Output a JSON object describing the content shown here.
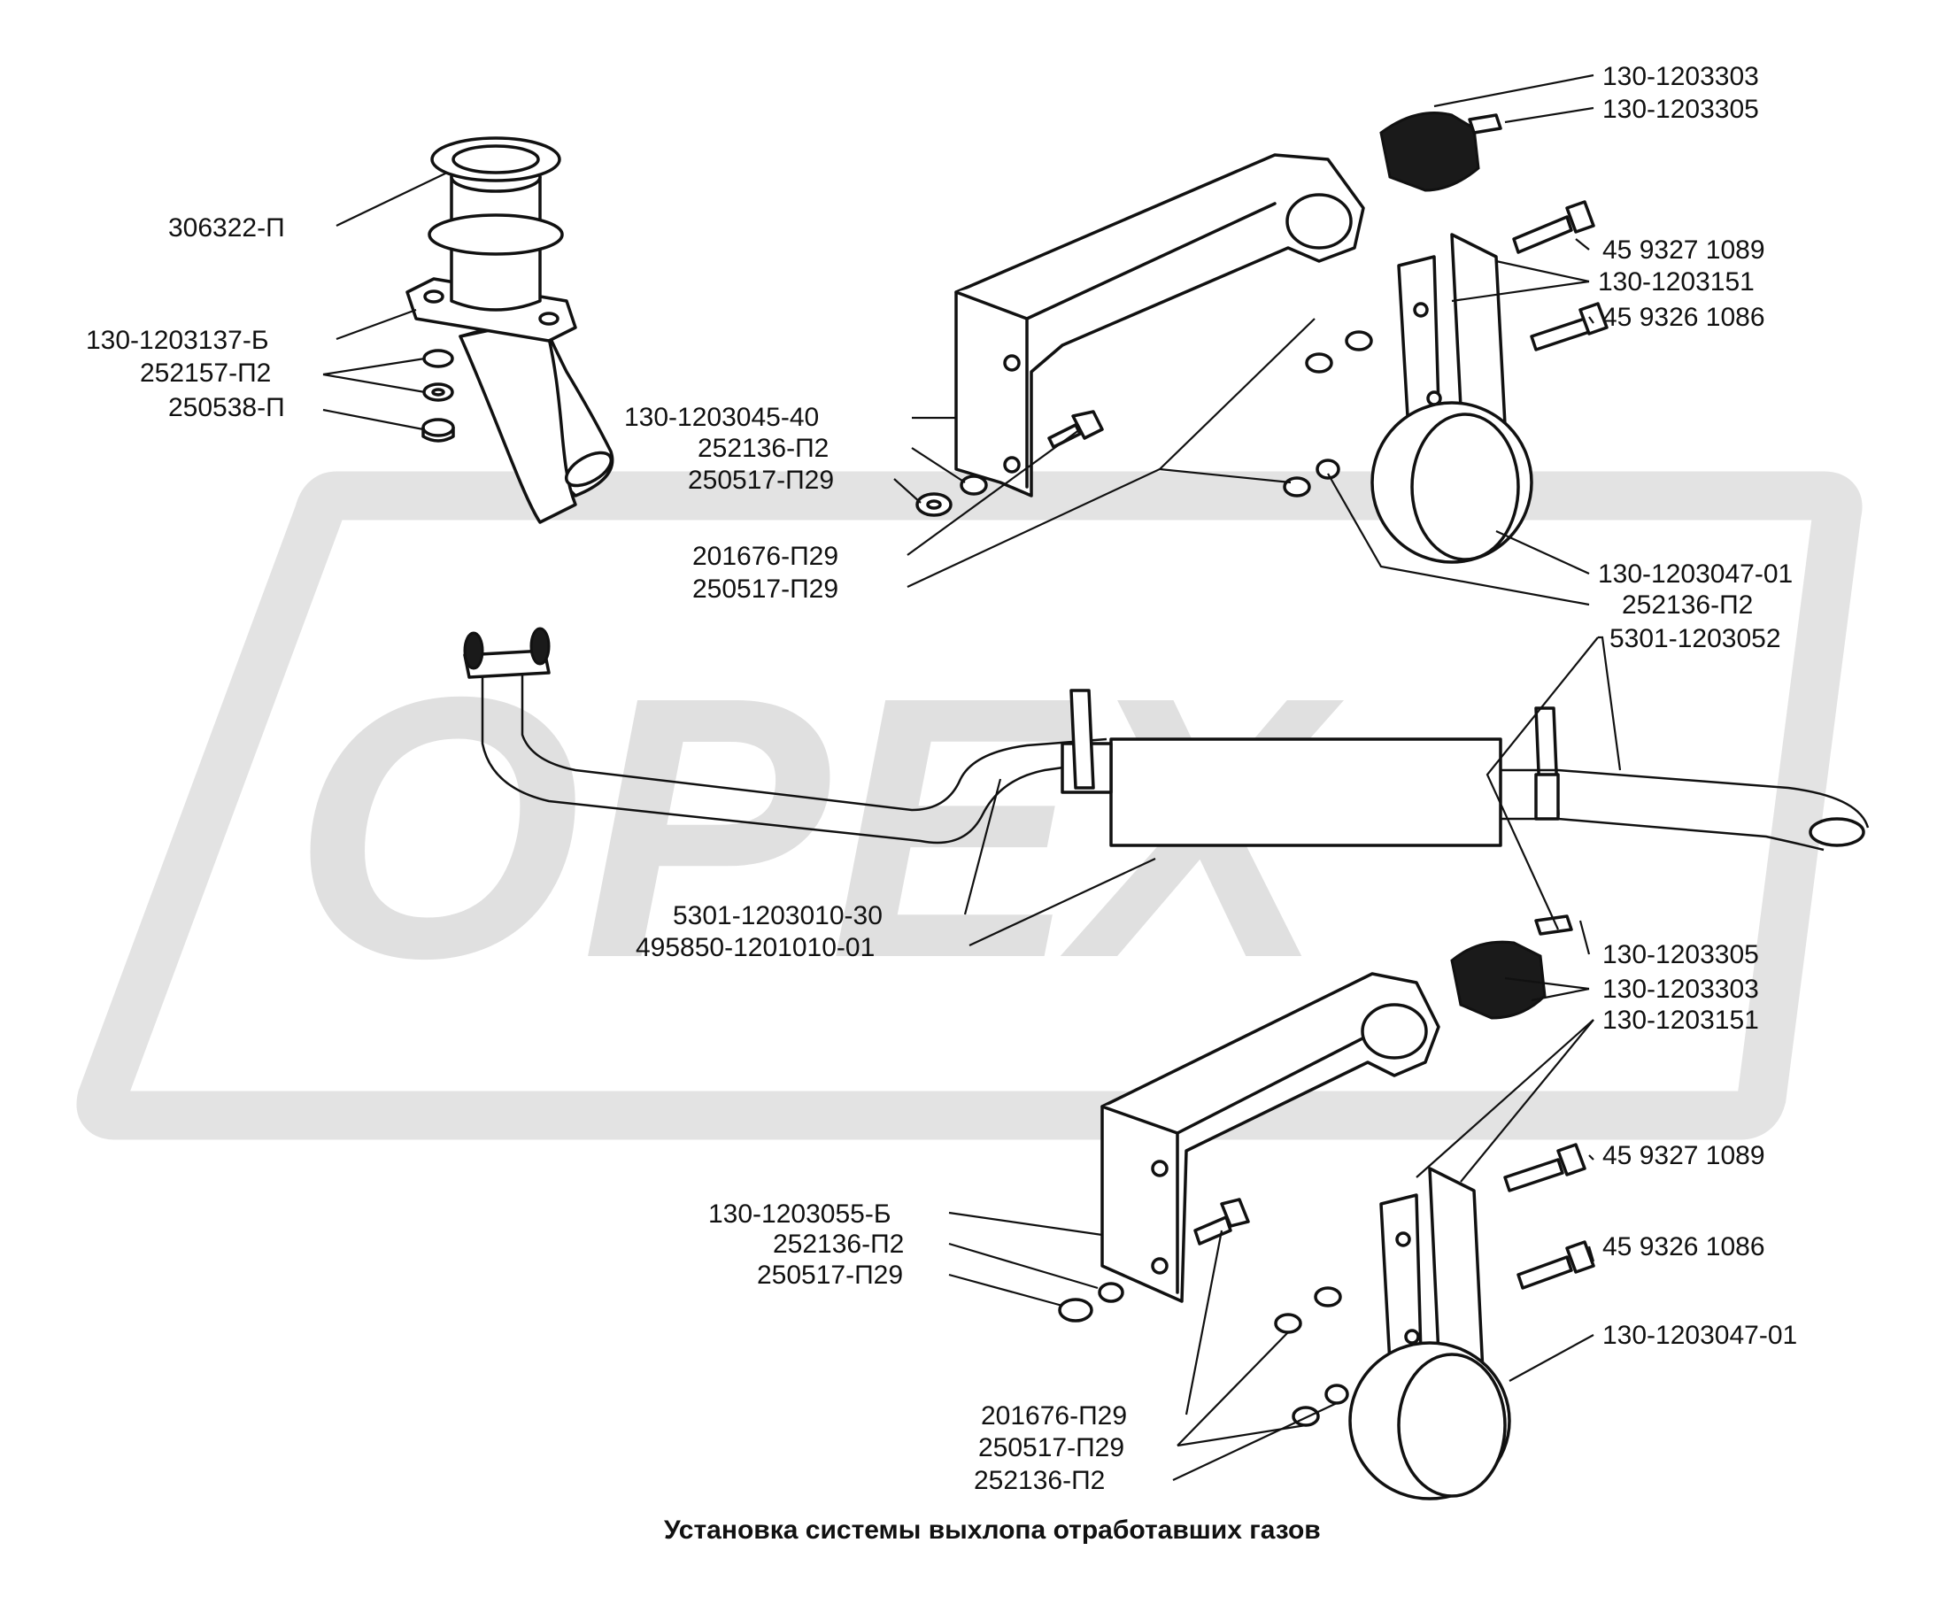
{
  "caption": "Установка системы выхлопа отработавших газов",
  "watermark": {
    "text": "OPEX",
    "color": "#dcdcdc"
  },
  "labels": {
    "p306322": "306322-П",
    "p130_1203137": "130-1203137-Б",
    "p252157": "252157-П2",
    "p250538": "250538-П",
    "p130_1203045": "130-1203045-40",
    "p252136_a": "252136-П2",
    "p250517_a": "250517-П29",
    "p201676_a": "201676-П29",
    "p250517_b": "250517-П29",
    "p130_1203303_top": "130-1203303",
    "p130_1203305_top": "130-1203305",
    "p459327_top": "45 9327 1089",
    "p130_1203151_top": "130-1203151",
    "p459326_top": "45 9326 1086",
    "p130_1203047_top": "130-1203047-01",
    "p252136_b": "252136-П2",
    "p5301_1203052": "5301-1203052",
    "p5301_1203010": "5301-1203010-30",
    "p495850": "495850-1201010-01",
    "p130_1203305_bot": "130-1203305",
    "p130_1203303_bot": "130-1203303",
    "p130_1203151_bot": "130-1203151",
    "p459327_bot": "45 9327 1089",
    "p459326_bot": "45 9326 1086",
    "p130_1203047_bot": "130-1203047-01",
    "p130_1203055": "130-1203055-Б",
    "p252136_c": "252136-П2",
    "p250517_c": "250517-П29",
    "p201676_b": "201676-П29",
    "p250517_d": "250517-П29",
    "p252136_d": "252136-П2"
  }
}
